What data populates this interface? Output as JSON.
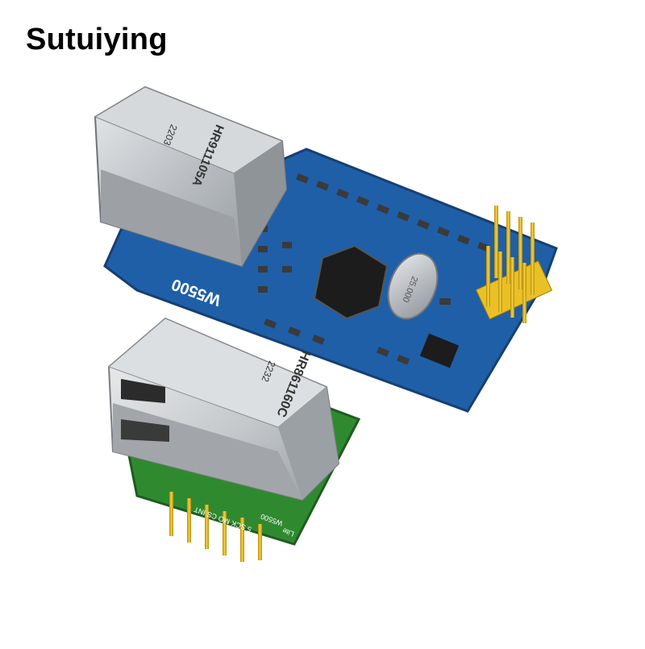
{
  "brand": {
    "name": "Sutuiying"
  },
  "products": [
    {
      "board_label": "W5500",
      "jack_model": "HR911105A",
      "jack_code": "2203",
      "crystal_label": "25.000",
      "colors": {
        "pcb": "#1f5fa8",
        "pcb_dark": "#163f73",
        "pins": "#e0b000",
        "metal": "#c6c9cc"
      }
    },
    {
      "board_label": "W5500",
      "jack_model": "HR861160C",
      "jack_code": "2232",
      "pin_labels": "5 SCK MO CS INT",
      "module_label": "Lite",
      "colors": {
        "pcb": "#2f8a2f",
        "pins": "#e0b000",
        "metal": "#c9cccf"
      }
    }
  ]
}
